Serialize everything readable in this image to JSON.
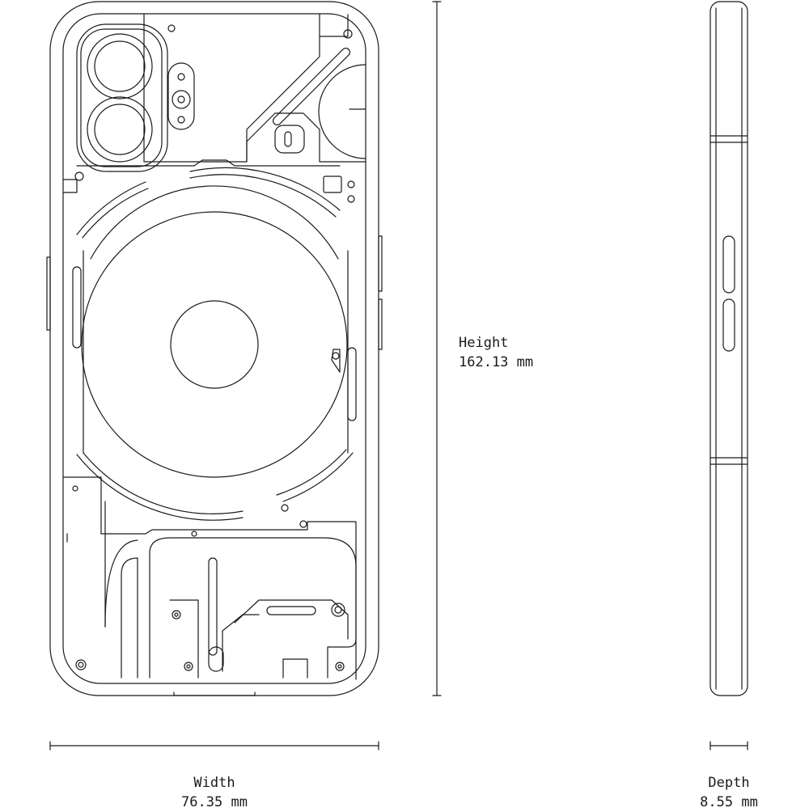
{
  "dimensions": {
    "height": {
      "label": "Height",
      "value": "162.13 mm"
    },
    "width": {
      "label": "Width",
      "value": "76.35 mm"
    },
    "depth": {
      "label": "Depth",
      "value": "8.55 mm"
    }
  },
  "colors": {
    "line": "#1a1a1a",
    "background": "#ffffff"
  },
  "icons": [
    "camera-lens-icon",
    "wireless-charging-coil-icon",
    "screw-icon"
  ]
}
